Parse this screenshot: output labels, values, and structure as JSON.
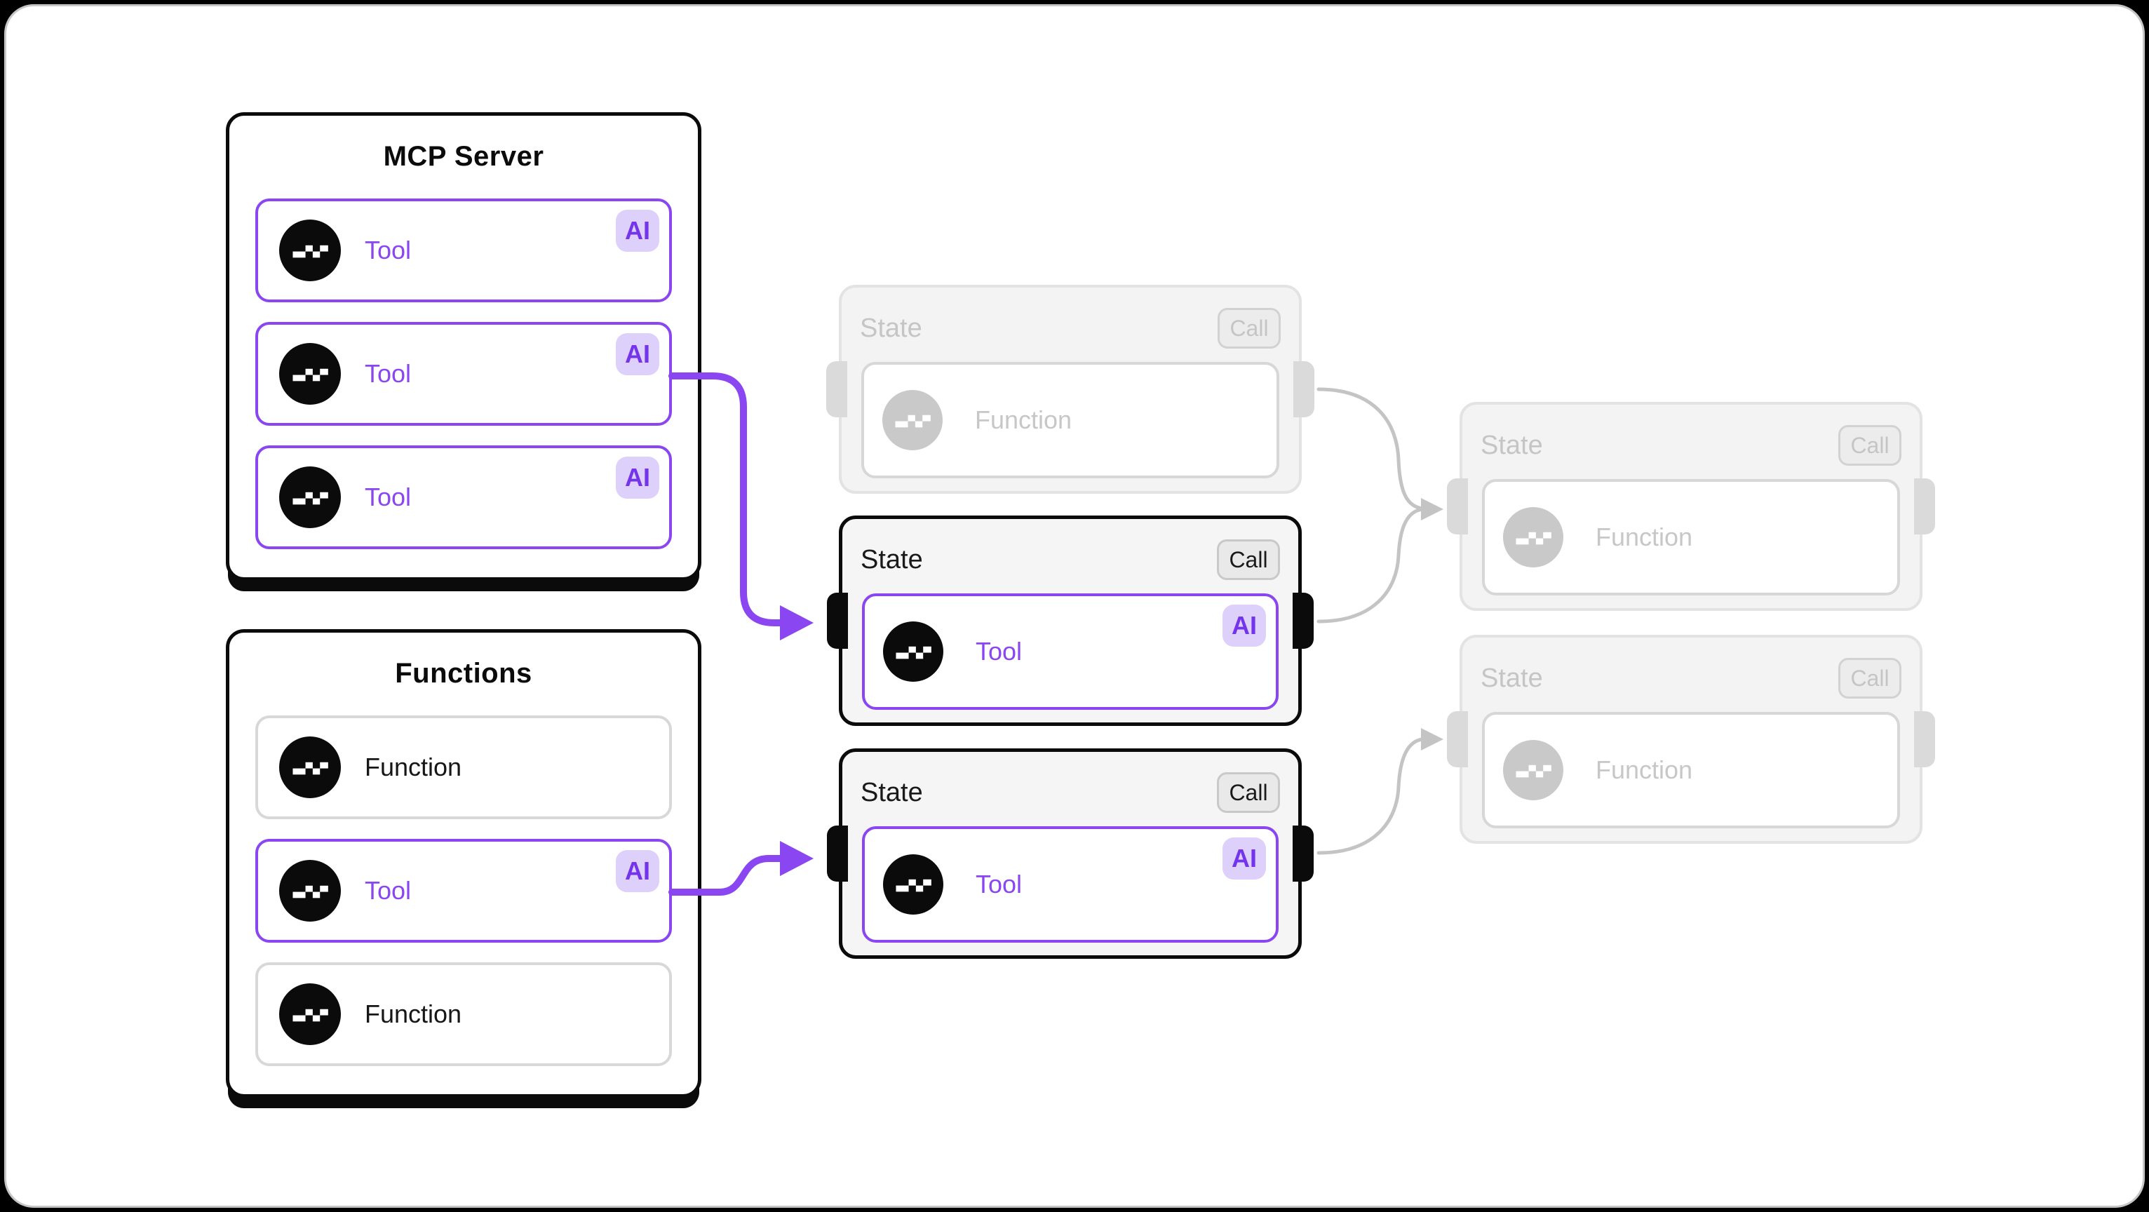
{
  "colors": {
    "accent_purple": "#8a46f0",
    "ai_badge_bg": "#ddd0fb",
    "ai_badge_text": "#7434ec",
    "edge_gray": "#c4c4c4",
    "node_bg": "#f5f5f5",
    "panel_border": "#0b0b0b"
  },
  "panels": {
    "mcp": {
      "title": "MCP Server",
      "items": [
        {
          "label": "Tool",
          "badge": "AI"
        },
        {
          "label": "Tool",
          "badge": "AI"
        },
        {
          "label": "Tool",
          "badge": "AI"
        }
      ]
    },
    "functions": {
      "title": "Functions",
      "items": [
        {
          "label": "Function"
        },
        {
          "label": "Tool",
          "badge": "AI"
        },
        {
          "label": "Function"
        }
      ]
    }
  },
  "nodes": {
    "upstream_inactive": {
      "title": "State",
      "call_label": "Call",
      "card_label": "Function"
    },
    "tool_state_1": {
      "title": "State",
      "call_label": "Call",
      "card_label": "Tool",
      "badge": "AI"
    },
    "tool_state_2": {
      "title": "State",
      "call_label": "Call",
      "card_label": "Tool",
      "badge": "AI"
    },
    "downstream_inactive_1": {
      "title": "State",
      "call_label": "Call",
      "card_label": "Function"
    },
    "downstream_inactive_2": {
      "title": "State",
      "call_label": "Call",
      "card_label": "Function"
    }
  }
}
